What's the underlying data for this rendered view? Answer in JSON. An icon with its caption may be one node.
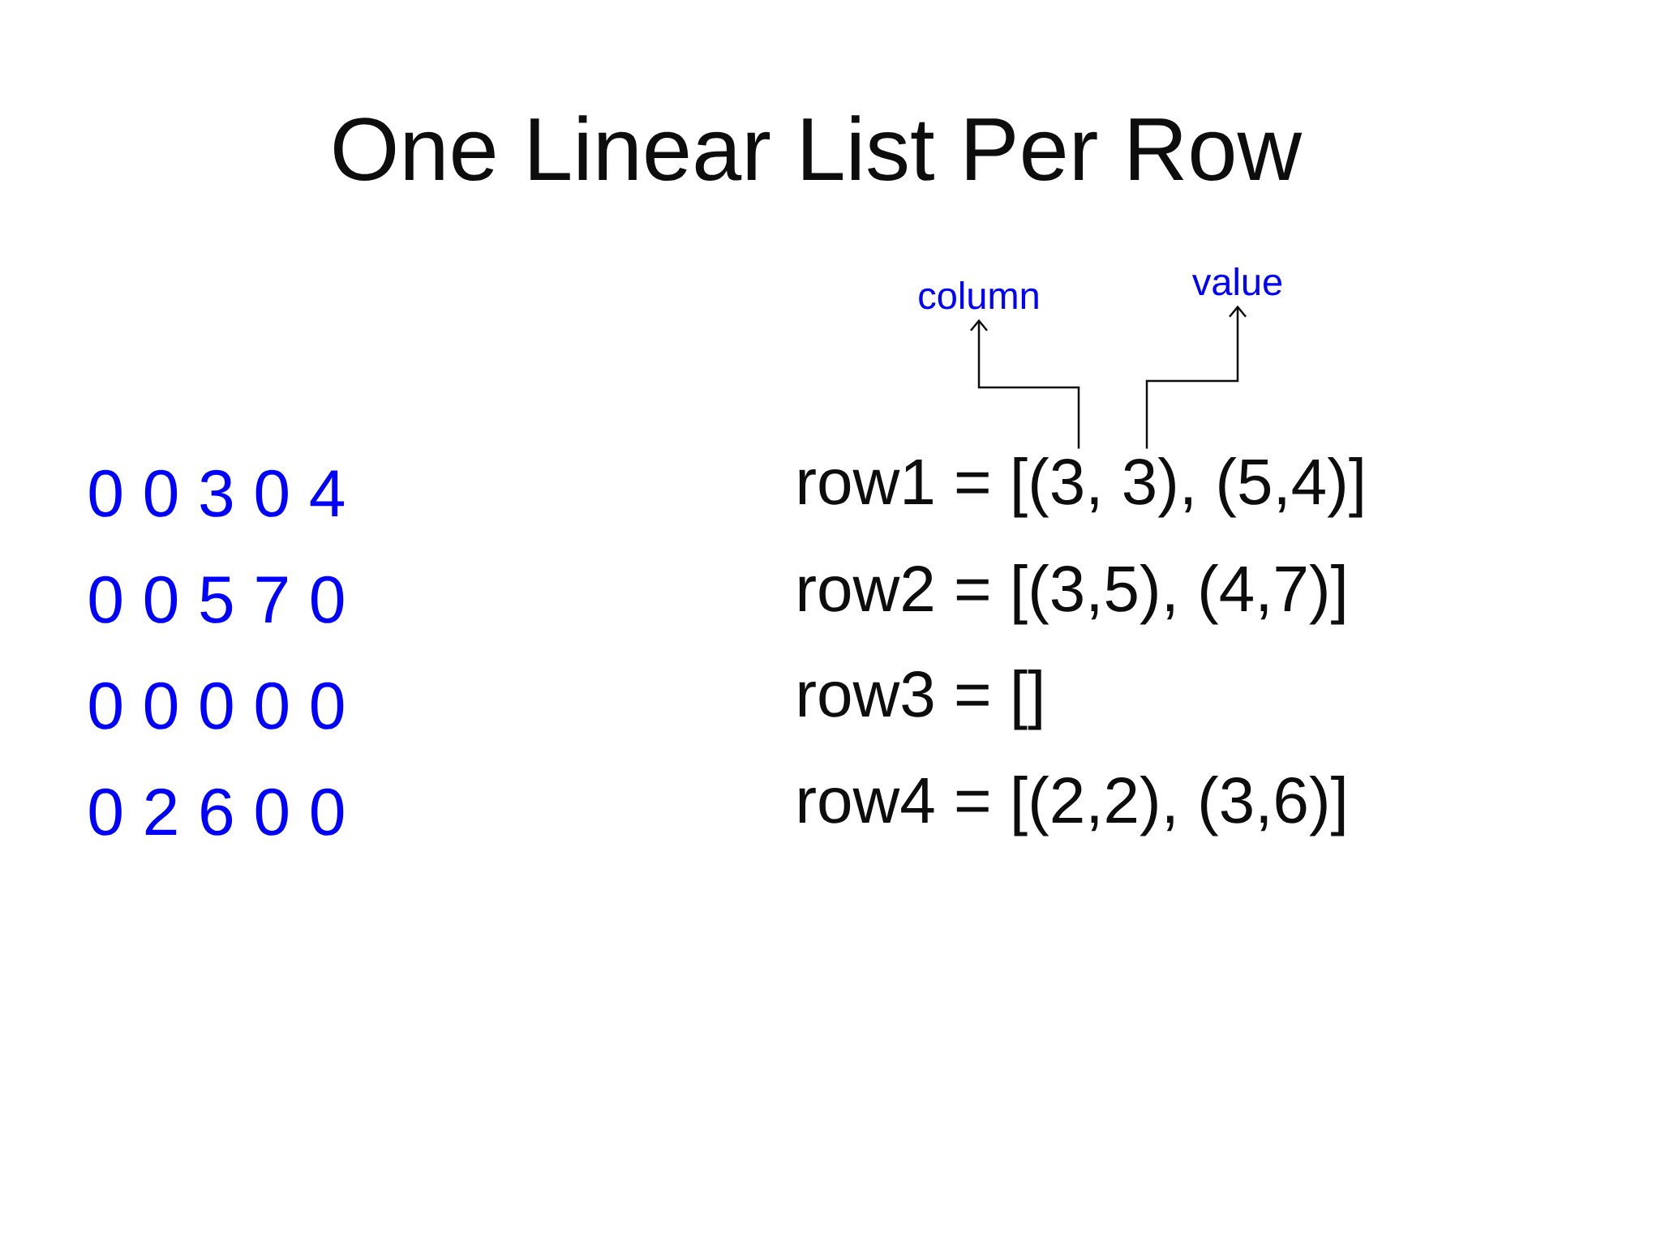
{
  "diagram": {
    "title": "One Linear List Per Row",
    "nodes": [
      {
        "text": [
          "column"
        ]
      },
      {
        "text": [
          "value"
        ]
      },
      {
        "text": [
          "row1 = [(3, 3), (5,4)]"
        ]
      }
    ],
    "edges": [
      {
        "from": 2,
        "to": 0,
        "arrow": "to"
      },
      {
        "from": 2,
        "to": 1,
        "arrow": "to"
      }
    ],
    "labels": [
      "0 0 3 0 4",
      "0 0 5 7 0",
      "row2 = [(3,5), (4,7)]",
      "0 0 0 0 0",
      "row3 = []",
      "0 2 6 0 0",
      "row4 = [(2,2), (3,6)]"
    ]
  }
}
